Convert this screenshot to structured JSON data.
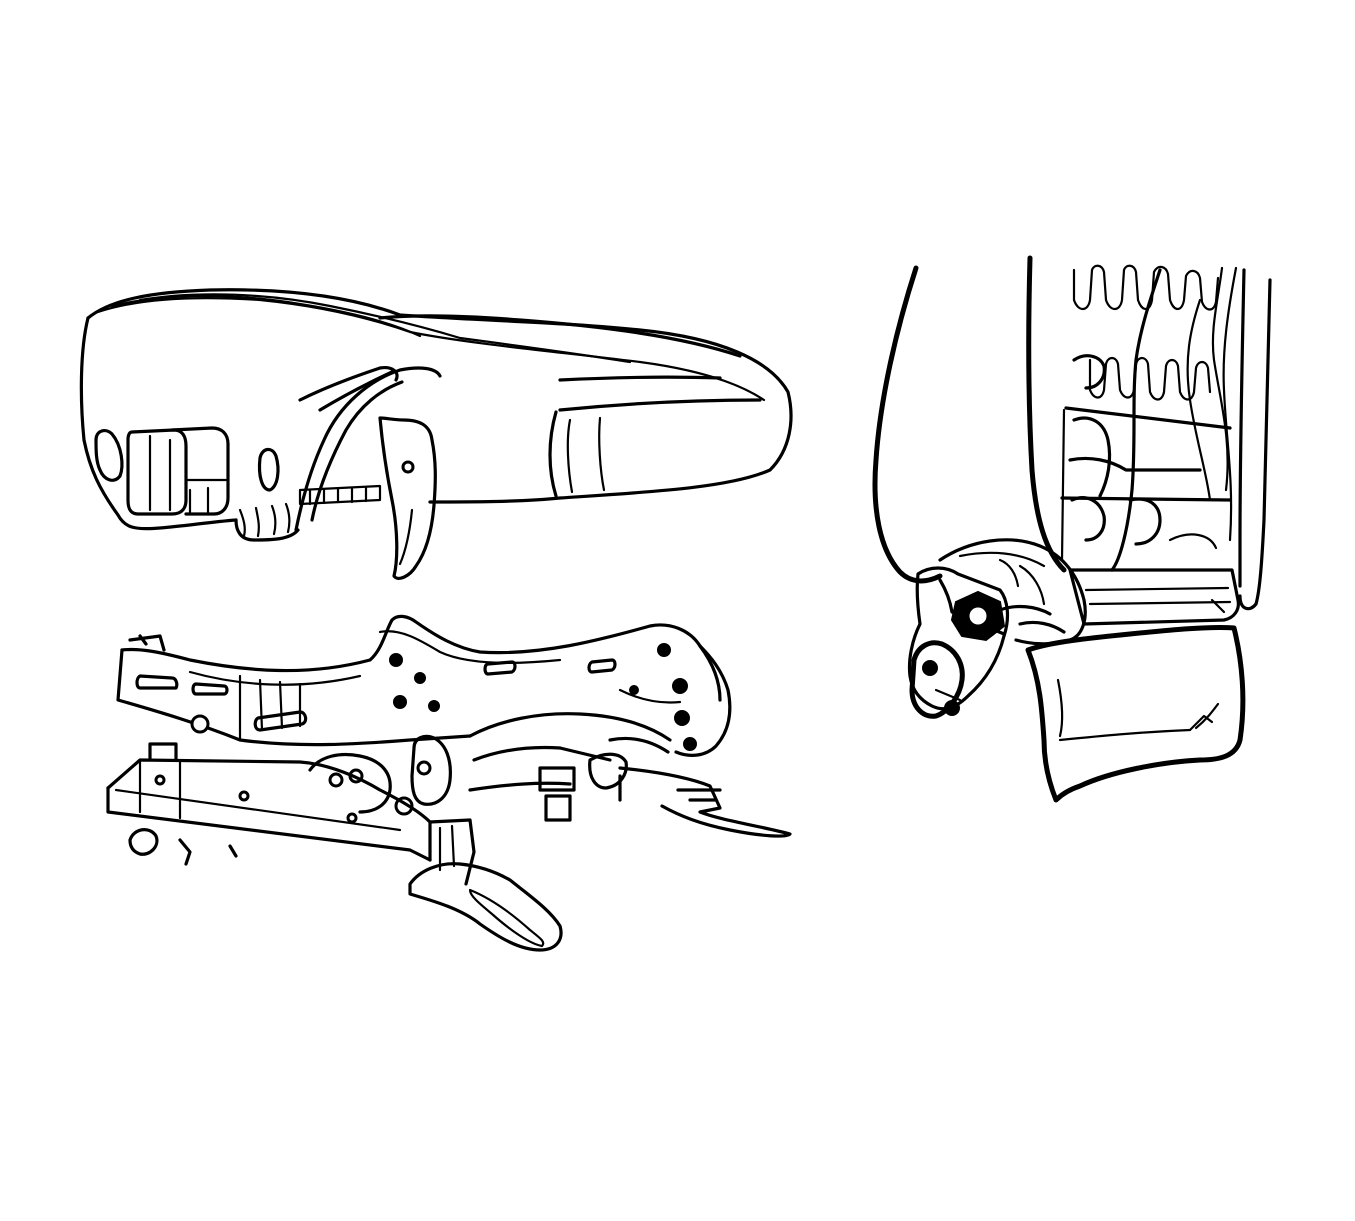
{
  "diagram": {
    "background": "#ffffff",
    "line_color": "#000000",
    "components": [
      {
        "id": "seat-cushion",
        "kind": "exploded-part"
      },
      {
        "id": "seat-adjuster-frame",
        "kind": "exploded-part"
      },
      {
        "id": "seatback-recliner-detail",
        "kind": "detail-view"
      }
    ]
  }
}
